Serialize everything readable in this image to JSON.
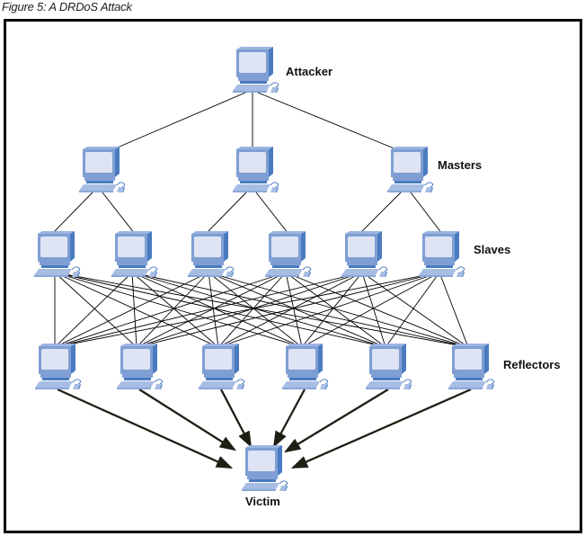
{
  "caption": "Figure 5: A DRDoS Attack",
  "colors": {
    "monitor_body": "#7f9fd4",
    "monitor_side": "#4a7bc0",
    "screen": "#dfe4f4",
    "keyboard": "#a7bde4",
    "line": "#000000",
    "arrow": "#1e1e14"
  },
  "tiers": [
    {
      "id": "attacker",
      "label": "Attacker",
      "count": 1
    },
    {
      "id": "masters",
      "label": "Masters",
      "count": 3
    },
    {
      "id": "slaves",
      "label": "Slaves",
      "count": 6
    },
    {
      "id": "reflectors",
      "label": "Reflectors",
      "count": 6
    },
    {
      "id": "victim",
      "label": "Victim",
      "count": 1
    }
  ],
  "connections": {
    "attacker_to_masters": "all",
    "masters_to_slaves": "each master to two slaves",
    "slaves_to_reflectors": "all-to-all",
    "reflectors_to_victim": "arrows"
  },
  "icon": "computer-icon"
}
